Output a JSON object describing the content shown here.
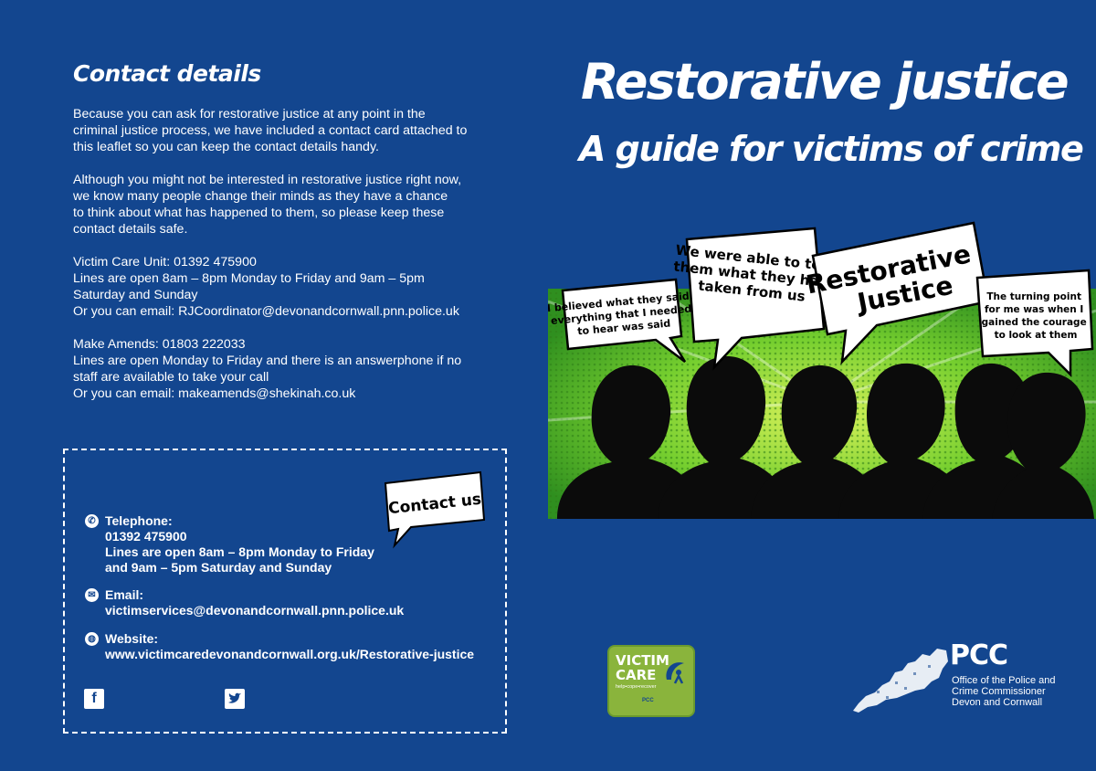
{
  "left": {
    "heading": "Contact details",
    "paragraphs": [
      [
        "Because you can ask for restorative justice at any point in the",
        "criminal justice process, we have included a contact card attached to",
        "this leaflet so you can keep the contact details handy."
      ],
      [
        "Although you might not be interested in restorative justice right now,",
        "we know many people change their minds as they have a chance",
        "to think about what has happened to them, so please keep these",
        "contact details safe."
      ],
      [
        "Victim Care Unit: 01392 475900",
        "Lines are open 8am – 8pm Monday to Friday and 9am – 5pm",
        "Saturday and Sunday",
        "Or you can email: RJCoordinator@devonandcornwall.pnn.police.uk"
      ],
      [
        "Make Amends: 01803 222033",
        "Lines are open Monday to Friday and there is an answerphone if no",
        "staff are available to take your call",
        "Or you can email: makeamends@shekinah.co.uk"
      ]
    ],
    "card": {
      "bubble": "Contact us",
      "telephone": {
        "label": "Telephone:",
        "number": "01392 475900",
        "hours1": "Lines are open 8am – 8pm Monday to Friday",
        "hours2": "and 9am – 5pm Saturday and Sunday"
      },
      "email": {
        "label": "Email:",
        "value": "victimservices@devonandcornwall.pnn.police.uk"
      },
      "website": {
        "label": "Website:",
        "value": "www.victimcaredevonandcornwall.org.uk/Restorative-justice"
      }
    }
  },
  "right": {
    "title": "Restorative justice",
    "subtitle": "A guide for victims of crime",
    "bubbles": {
      "b1": [
        "I believed what they said,",
        "everything that I needed",
        "to hear was said"
      ],
      "b2": [
        "We were able to tell",
        "them what they had",
        "taken from us"
      ],
      "b3": [
        "Restorative",
        "Justice"
      ],
      "b4": [
        "The turning point",
        "for me was when I",
        "gained the courage",
        "to look at them"
      ]
    },
    "victim_care_logo": {
      "line1": "VICTIM",
      "line2": "CARE",
      "tagline": "help•cope•recover",
      "sub": "PCC"
    },
    "pcc_logo": {
      "abbr": "PCC",
      "line1": "Office of the Police and",
      "line2": "Crime Commissioner",
      "line3": "Devon and Cornwall"
    }
  },
  "colors": {
    "background": "#13468f",
    "comic_green": "#5cc22a",
    "silhouette": "#0b0b0b"
  }
}
